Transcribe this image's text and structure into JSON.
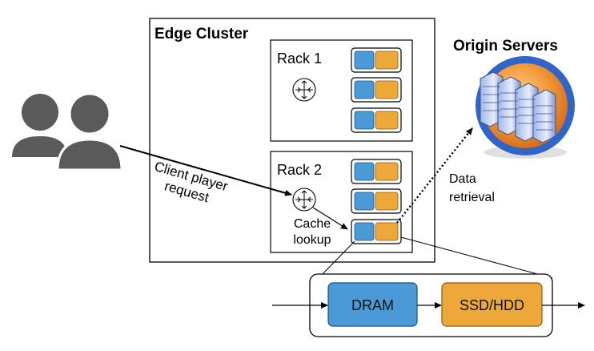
{
  "cluster": {
    "title": "Edge Cluster"
  },
  "racks": [
    {
      "label": "Rack 1"
    },
    {
      "label": "Rack 2"
    }
  ],
  "origin": {
    "title": "Origin Servers"
  },
  "annotations": {
    "client_request": [
      "Client player",
      "request"
    ],
    "cache_lookup": [
      "Cache",
      "lookup"
    ],
    "data_retrieval": [
      "Data",
      "retrieval"
    ]
  },
  "storage": {
    "dram": "DRAM",
    "ssd_hdd": "SSD/HDD"
  },
  "colors": {
    "memory_blue": "#4A9AD8",
    "disk_orange": "#EEA83A",
    "user_icon": "#5A5A5A",
    "globe_blue": "#2F64C8",
    "globe_orange": "#EE8A2E"
  },
  "icons": {
    "users": "users-icon",
    "router": "router-icon",
    "origin": "server-globe-icon"
  }
}
